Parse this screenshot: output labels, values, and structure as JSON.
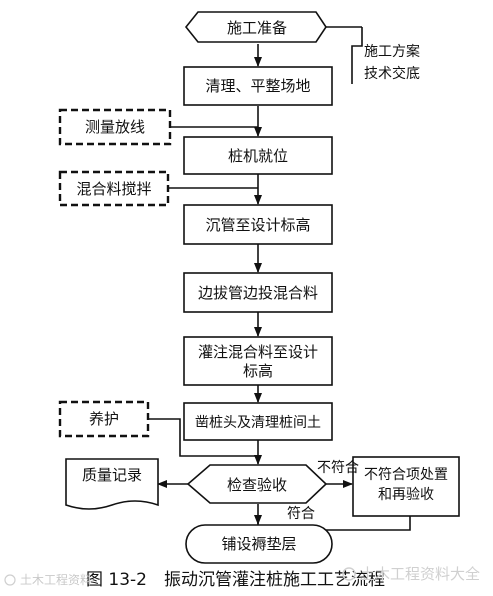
{
  "nodes": {
    "start": "施工准备",
    "note_line1": "施工方案",
    "note_line2": "技术交底",
    "clear": "清理、平整场地",
    "survey": "测量放线",
    "pile_pos": "桩机就位",
    "mix": "混合料搅拌",
    "sink": "沉管至设计标高",
    "pull": "边拔管边投混合料",
    "pour_line1": "灌注混合料至设计",
    "pour_line2": "标高",
    "cure": "养护",
    "chisel": "凿桩头及清理桩间土",
    "record": "质量记录",
    "inspect": "检查验收",
    "fail_line1": "不符合项处置",
    "fail_line2": "和再验收",
    "lay": "铺设褥垫层"
  },
  "edges": {
    "fail": "不符合",
    "pass": "符合"
  },
  "caption": "图 13-2　振动沉管灌注桩施工工艺流程",
  "watermark_left": "土木工程资料",
  "watermark_right": "土木工程资料大全"
}
